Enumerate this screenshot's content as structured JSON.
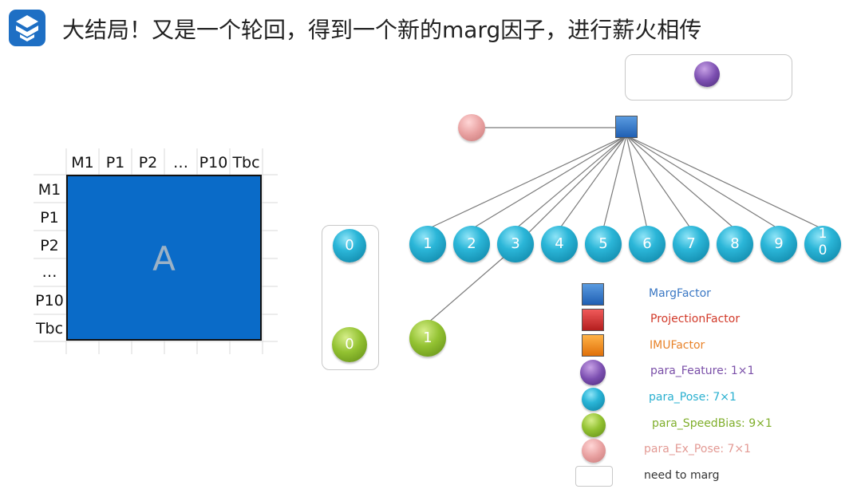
{
  "header": {
    "title": "大结局！又是一个轮回，得到一个新的marg因子，进行薪火相传",
    "logo_icon": "s-brand-logo"
  },
  "matrix": {
    "columns": [
      "M1",
      "P1",
      "P2",
      "…",
      "P10",
      "Tbc"
    ],
    "rows": [
      "M1",
      "P1",
      "P2",
      "…",
      "P10",
      "Tbc"
    ],
    "block_label": "A",
    "block_color": "#0a6bc8"
  },
  "graph": {
    "margin_box_label": "0",
    "margin_box_speed_label": "0",
    "pose_labels": [
      "1",
      "2",
      "3",
      "4",
      "5",
      "6",
      "7",
      "8",
      "9",
      "1\n0"
    ],
    "speed_label": "1"
  },
  "legend": [
    {
      "shape": "square",
      "color": "#2a6fc4",
      "label": "MargFactor",
      "text_color": "#3b78c4"
    },
    {
      "shape": "square",
      "color": "#c62828",
      "label": "ProjectionFactor",
      "text_color": "#d23a2a"
    },
    {
      "shape": "square",
      "color": "#f08a18",
      "label": "IMUFactor",
      "text_color": "#e8832a"
    },
    {
      "shape": "circle",
      "color": "#7c4fb1",
      "label": "para_Feature: 1×1",
      "text_color": "#7a4fa8"
    },
    {
      "shape": "circle",
      "color": "#2bb6d8",
      "label": "para_Pose: 7×1",
      "text_color": "#2ab0d0"
    },
    {
      "shape": "circle",
      "color": "#93c232",
      "label": "para_SpeedBias: 9×1",
      "text_color": "#7fae2a"
    },
    {
      "shape": "circle",
      "color": "#e8a0a0",
      "label": "para_Ex_Pose: 7×1",
      "text_color": "#e39a94"
    },
    {
      "shape": "box",
      "color": "#ffffff",
      "label": "need to marg",
      "text_color": "#333333"
    }
  ]
}
